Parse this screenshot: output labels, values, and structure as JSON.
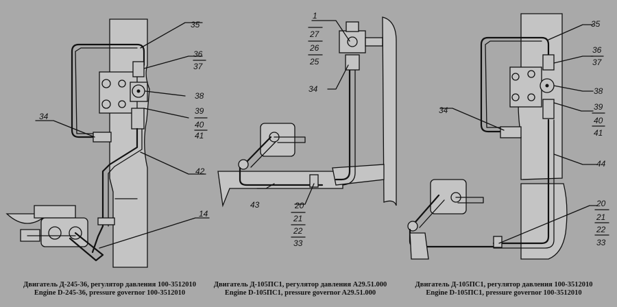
{
  "panel1": {
    "caption_ru": "Двигатель Д-245-36, регулятор давления 100-3512010",
    "caption_en": "Engine D-245-36, pressure governor 100-3512010",
    "labels": {
      "l35": "35",
      "l36": "36",
      "l37": "37",
      "l38": "38",
      "l39": "39",
      "l40": "40",
      "l41": "41",
      "l34": "34",
      "l42": "42",
      "l14": "14"
    }
  },
  "panel2": {
    "caption_ru": "Двигатель Д-105ПС1, регулятор давления А29.51.000",
    "caption_en": "Engine D-105ПС1, pressure governor A29.51.000",
    "labels": {
      "l1": "1",
      "l27": "27",
      "l26": "26",
      "l25": "25",
      "l34": "34",
      "l43": "43",
      "l20": "20",
      "l21": "21",
      "l22": "22",
      "l33": "33"
    }
  },
  "panel3": {
    "caption_ru": "Двигатель Д-105ПС1, регулятор давления 100-3512010",
    "caption_en": "Engine D-105ПС1, pressure governor 100-3512010",
    "labels": {
      "l35": "35",
      "l36": "36",
      "l37": "37",
      "l38": "38",
      "l39": "39",
      "l40": "40",
      "l41": "41",
      "l34": "34",
      "l44": "44",
      "l20": "20",
      "l21": "21",
      "l22": "22",
      "l33": "33"
    }
  }
}
